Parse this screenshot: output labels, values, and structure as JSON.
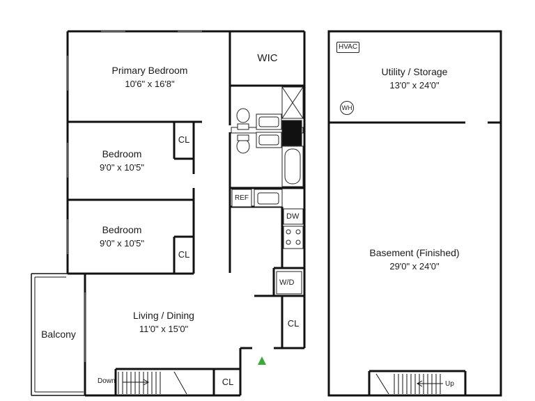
{
  "rooms": {
    "primary_bedroom": {
      "name": "Primary Bedroom",
      "dim": "10'6\" x 16'8\""
    },
    "wic": {
      "name": "WIC"
    },
    "bedroom_1": {
      "name": "Bedroom",
      "dim": "9'0\" x 10'5\""
    },
    "bedroom_2": {
      "name": "Bedroom",
      "dim": "9'0\" x 10'5\""
    },
    "living_dining": {
      "name": "Living / Dining",
      "dim": "11'0\" x 15'0\""
    },
    "balcony": {
      "name": "Balcony"
    },
    "utility_storage": {
      "name": "Utility / Storage",
      "dim": "13'0\" x 24'0\""
    },
    "basement": {
      "name": "Basement (Finished)",
      "dim": "29'0\" x 24'0\""
    }
  },
  "closets": {
    "bedroom_1": "CL",
    "bedroom_2": "CL",
    "living": "CL",
    "stair": "CL"
  },
  "appliances": {
    "refrigerator": "REF",
    "dishwasher": "DW",
    "washer_dryer": "W/D",
    "hvac": "HVAC",
    "water_heater": "WH"
  },
  "stairs": {
    "down": "Down",
    "up": "Up"
  },
  "colors": {
    "wall": "#111111",
    "entry_marker": "#3aa83a"
  }
}
